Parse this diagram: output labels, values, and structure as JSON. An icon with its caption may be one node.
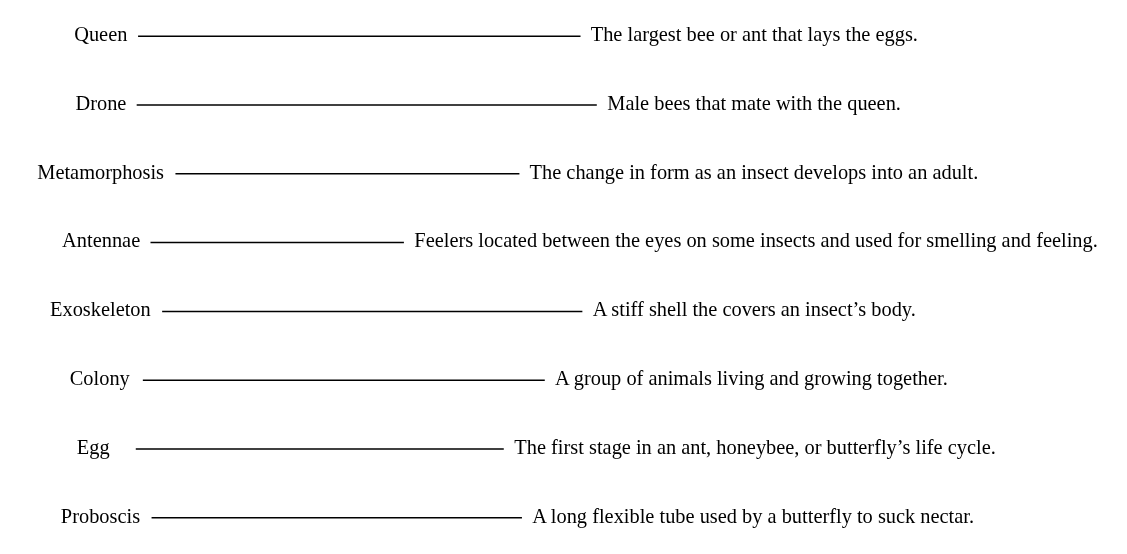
{
  "diagram": {
    "nodes": [
      {
        "text": [
          "Proboscis"
        ]
      },
      {
        "text": [
          "Egg"
        ]
      },
      {
        "text": [
          "Colony"
        ]
      },
      {
        "text": [
          "Exoskeleton"
        ]
      },
      {
        "text": [
          "Antennae"
        ]
      },
      {
        "text": [
          "Metamorphosis"
        ]
      },
      {
        "text": [
          "Drone"
        ]
      },
      {
        "text": [
          "Queen"
        ]
      },
      {
        "text": [
          "Feelers located between the eyes on some insects and used for smelling and feeling."
        ]
      },
      {
        "text": [
          "A stiff shell the covers an insect’s body."
        ]
      },
      {
        "text": [
          "The change in form as an insect develops into an adult."
        ]
      },
      {
        "text": [
          "A long flexible tube used by a butterfly to suck nectar."
        ]
      },
      {
        "text": [
          "A group of animals living and growing together."
        ]
      },
      {
        "text": [
          "The first stage in an ant, honeybee, or butterfly’s life cycle."
        ]
      },
      {
        "text": [
          "Male bees that mate with the queen."
        ]
      },
      {
        "text": [
          "The largest bee or ant that lays the eggs."
        ]
      }
    ],
    "edges": [
      {
        "from": 0,
        "to": 11,
        "arrow": "none"
      },
      {
        "from": 1,
        "to": 13,
        "arrow": "none"
      },
      {
        "from": 2,
        "to": 12,
        "arrow": "none"
      },
      {
        "from": 3,
        "to": 9,
        "arrow": "none"
      },
      {
        "from": 4,
        "to": 8,
        "arrow": "none"
      },
      {
        "from": 5,
        "to": 10,
        "arrow": "none"
      },
      {
        "from": 6,
        "to": 14,
        "arrow": "none"
      },
      {
        "from": 7,
        "to": 15,
        "arrow": "none"
      }
    ]
  }
}
